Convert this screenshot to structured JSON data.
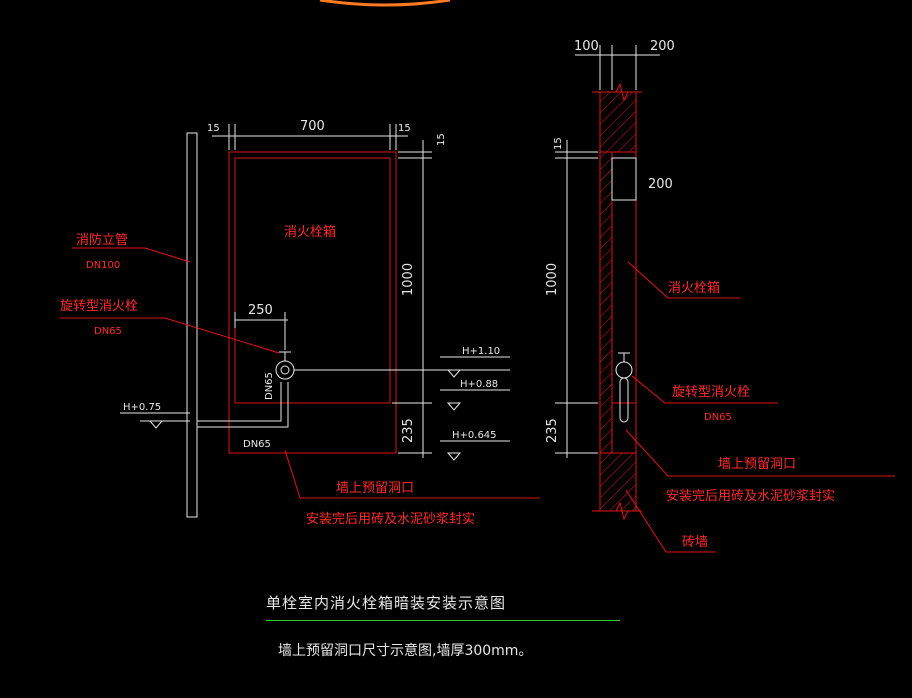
{
  "front_view": {
    "dim_top_left": "15",
    "dim_top_mid": "700",
    "dim_top_right": "15",
    "dim_right_top": "15",
    "dim_right_height": "1000",
    "dim_right_bottom": "235",
    "dim_valve_offset": "250",
    "box_label": "消火栓箱",
    "riser_label": "消防立管",
    "riser_size": "DN100",
    "valve_label": "旋转型消火栓",
    "valve_size": "DN65",
    "branch_vertical_size": "DN65",
    "branch_bottom_size": "DN65",
    "elev_valve": "H+1.10",
    "elev_upper": "H+0.88",
    "elev_box_bottom": "H+0.645",
    "elev_riser": "H+0.75",
    "opening_label": "墙上预留洞口",
    "seal_note": "安装完后用砖及水泥砂浆封实"
  },
  "side_view": {
    "dim_top_left": "100",
    "dim_top_right": "200",
    "dim_depth": "200",
    "dim_left_top": "15",
    "dim_left_height": "1000",
    "dim_left_bottom": "235",
    "box_label": "消火栓箱",
    "valve_label": "旋转型消火栓",
    "valve_size": "DN65",
    "opening_label": "墙上预留洞口",
    "seal_note": "安装完后用砖及水泥砂浆封实",
    "wall_label": "砖墙"
  },
  "title": {
    "main": "单栓室内消火栓箱暗装安装示意图",
    "sub": "墙上预留洞口尺寸示意图,墙厚300mm。"
  }
}
